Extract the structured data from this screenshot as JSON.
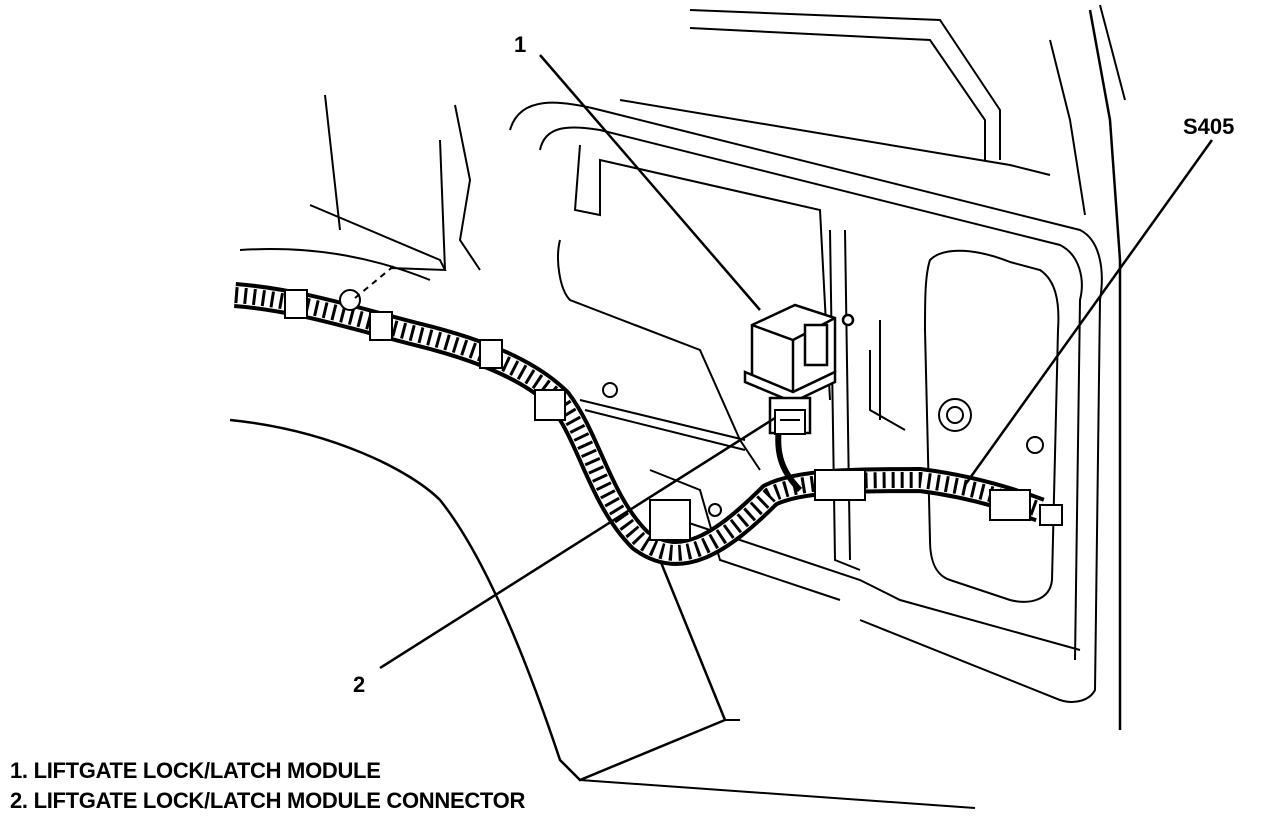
{
  "callouts": {
    "c1": "1",
    "c2": "2",
    "s405": "S405"
  },
  "legend": [
    {
      "number": "1.",
      "label": "LIFTGATE LOCK/LATCH MODULE"
    },
    {
      "number": "2.",
      "label": "LIFTGATE LOCK/LATCH MODULE CONNECTOR"
    }
  ]
}
